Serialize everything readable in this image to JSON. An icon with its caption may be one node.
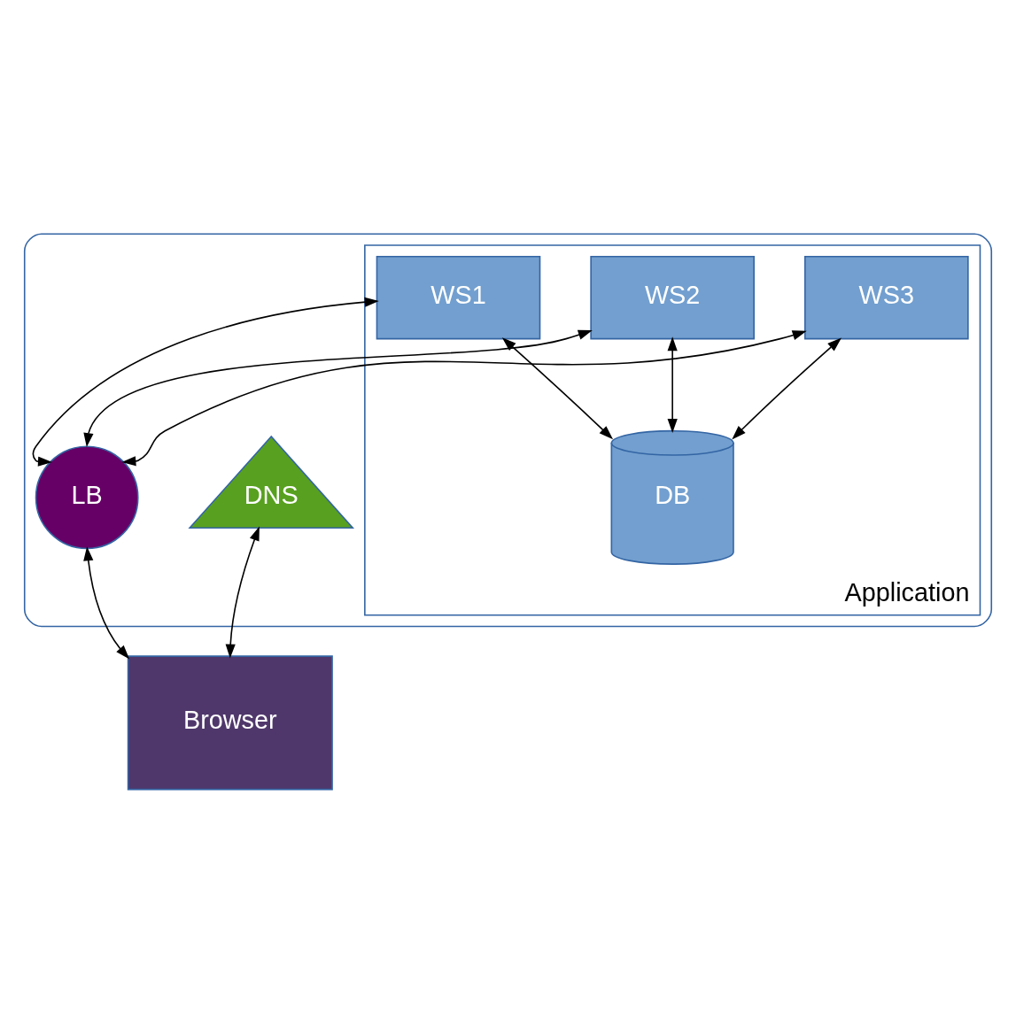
{
  "diagram": {
    "nodes": [
      {
        "text": [],
        "shape": "cloud"
      },
      {
        "text": [
          "Application"
        ],
        "in": 0
      },
      {
        "text": [
          "WS1"
        ],
        "in": 1
      },
      {
        "text": [
          "WS2"
        ],
        "in": 1
      },
      {
        "text": [
          "WS3"
        ],
        "in": 1
      },
      {
        "text": [
          "DB"
        ],
        "in": 1
      },
      {
        "text": [
          "LB"
        ],
        "in": 0
      },
      {
        "text": [
          "DNS"
        ],
        "in": 0
      },
      {
        "text": [
          "Browser"
        ]
      }
    ],
    "edges": [
      {
        "from": 5,
        "to": 2,
        "arrow": "both"
      },
      {
        "from": 5,
        "to": 3,
        "arrow": "both"
      },
      {
        "from": 5,
        "to": 4,
        "arrow": "both"
      },
      {
        "from": 6,
        "to": 2,
        "arrow": "both"
      },
      {
        "from": 6,
        "to": 3,
        "arrow": "both"
      },
      {
        "from": 6,
        "to": 4,
        "arrow": "both"
      },
      {
        "from": 8,
        "to": 6,
        "arrow": "both"
      },
      {
        "from": 8,
        "to": 7,
        "arrow": "both"
      }
    ]
  }
}
